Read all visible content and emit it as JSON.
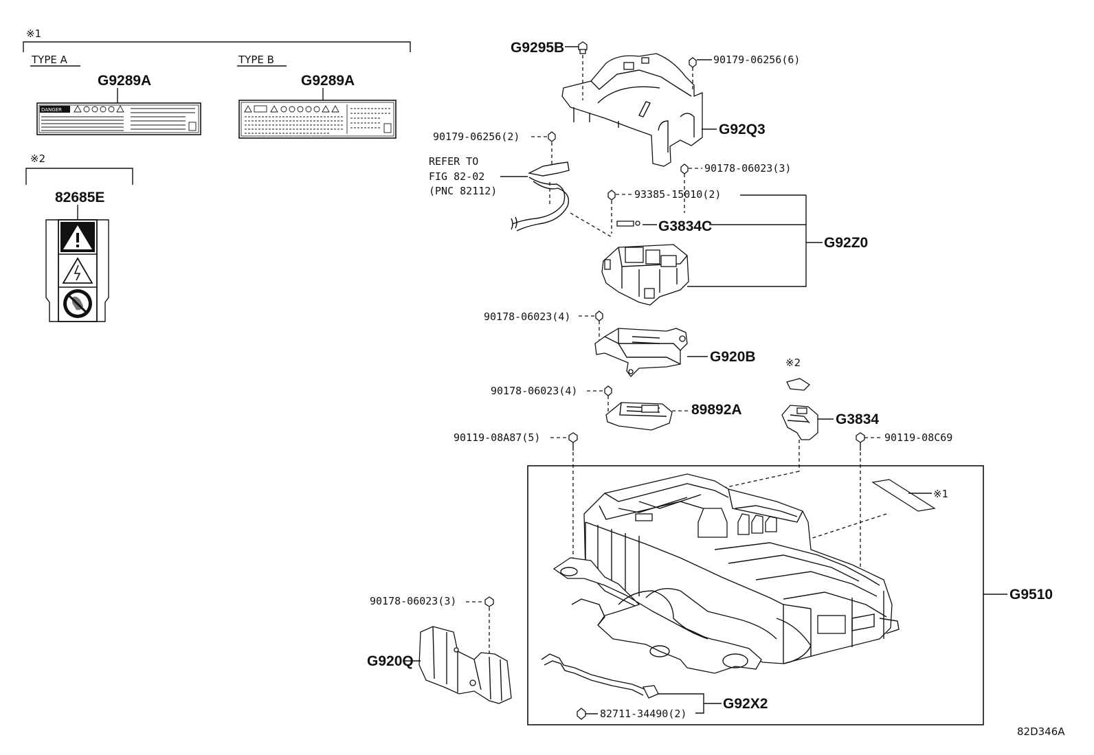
{
  "figure_code": "82D346A",
  "notes": {
    "n1": "※1",
    "n2": "※2"
  },
  "labels_section": {
    "type_a": "TYPE A",
    "type_b": "TYPE B",
    "type_a_part": "G9289A",
    "type_b_part": "G9289A",
    "warning_part": "82685E",
    "type_a_heading": "DANGER"
  },
  "refer": {
    "line1": "REFER TO",
    "line2": "FIG 82-02",
    "line3": "(PNC 82112)"
  },
  "parts": {
    "g9295b": "G9295B",
    "n90179_6": "90179-06256(6)",
    "g92q3": "G92Q3",
    "n90179_2": "90179-06256(2)",
    "n90178_3a": "90178-06023(3)",
    "n93385": "93385-15010(2)",
    "g3834c": "G3834C",
    "g92z0": "G92Z0",
    "n90178_4a": "90178-06023(4)",
    "g920b": "G920B",
    "note2_small": "※2",
    "n90178_4b": "90178-06023(4)",
    "p89892a": "89892A",
    "g3834": "G3834",
    "n90119_a87": "90119-08A87(5)",
    "n90119_c69": "90119-08C69",
    "note1_small": "※1",
    "g9510": "G9510",
    "n90178_3b": "90178-06023(3)",
    "g920q": "G920Q",
    "g92x2": "G92X2",
    "n82711": "82711-34490(2)"
  }
}
